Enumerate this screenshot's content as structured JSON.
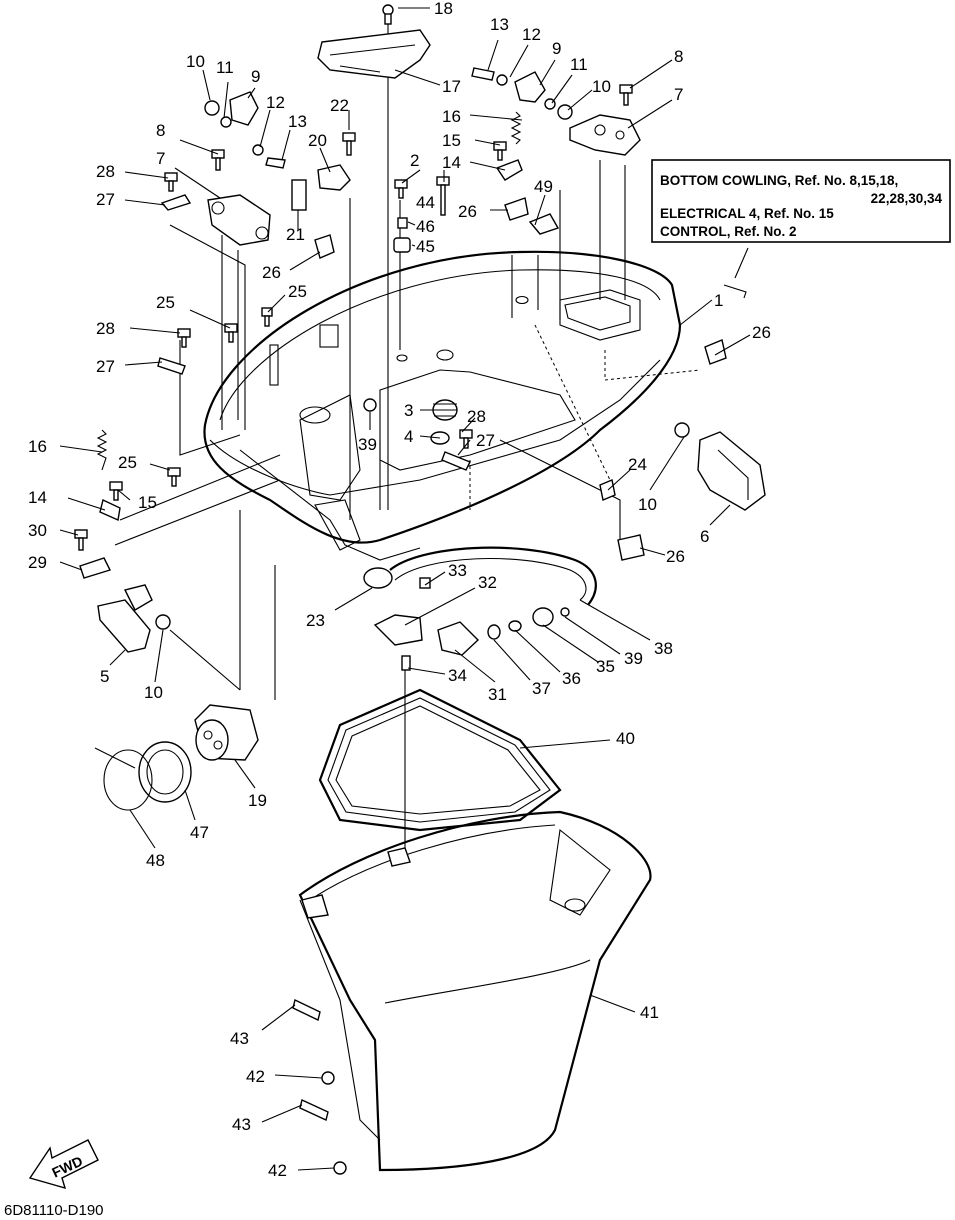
{
  "reference_box": {
    "line1": "BOTTOM COWLING, Ref. No. 8,15,18,",
    "line2": "22,28,30,34",
    "line3": "ELECTRICAL 4, Ref. No. 15",
    "line4": "CONTROL, Ref. No. 2"
  },
  "diagram_code": "6D81110-D190",
  "fwd_label": "FWD",
  "callouts": [
    {
      "id": "c18",
      "text": "18"
    },
    {
      "id": "c17",
      "text": "17"
    },
    {
      "id": "c13a",
      "text": "13"
    },
    {
      "id": "c12a",
      "text": "12"
    },
    {
      "id": "c9a",
      "text": "9"
    },
    {
      "id": "c11a",
      "text": "11"
    },
    {
      "id": "c10a",
      "text": "10"
    },
    {
      "id": "c8a",
      "text": "8"
    },
    {
      "id": "c7a",
      "text": "7"
    },
    {
      "id": "c16a",
      "text": "16"
    },
    {
      "id": "c15a",
      "text": "15"
    },
    {
      "id": "c14a",
      "text": "14"
    },
    {
      "id": "c10b",
      "text": "10"
    },
    {
      "id": "c11b",
      "text": "11"
    },
    {
      "id": "c9b",
      "text": "9"
    },
    {
      "id": "c12b",
      "text": "12"
    },
    {
      "id": "c13b",
      "text": "13"
    },
    {
      "id": "c8b",
      "text": "8"
    },
    {
      "id": "c22",
      "text": "22"
    },
    {
      "id": "c20",
      "text": "20"
    },
    {
      "id": "c7b",
      "text": "7"
    },
    {
      "id": "c28a",
      "text": "28"
    },
    {
      "id": "c27a",
      "text": "27"
    },
    {
      "id": "c21",
      "text": "21"
    },
    {
      "id": "c2",
      "text": "2"
    },
    {
      "id": "c44",
      "text": "44"
    },
    {
      "id": "c46",
      "text": "46"
    },
    {
      "id": "c45",
      "text": "45"
    },
    {
      "id": "c26a",
      "text": "26"
    },
    {
      "id": "c49",
      "text": "49"
    },
    {
      "id": "c26b",
      "text": "26"
    },
    {
      "id": "c25a",
      "text": "25"
    },
    {
      "id": "c25b",
      "text": "25"
    },
    {
      "id": "c28b",
      "text": "28"
    },
    {
      "id": "c27b",
      "text": "27"
    },
    {
      "id": "c1",
      "text": "1"
    },
    {
      "id": "c26c",
      "text": "26"
    },
    {
      "id": "c3",
      "text": "3"
    },
    {
      "id": "c28c",
      "text": "28"
    },
    {
      "id": "c4",
      "text": "4"
    },
    {
      "id": "c27c",
      "text": "27"
    },
    {
      "id": "c39a",
      "text": "39"
    },
    {
      "id": "c16b",
      "text": "16"
    },
    {
      "id": "c25c",
      "text": "25"
    },
    {
      "id": "c15b",
      "text": "15"
    },
    {
      "id": "c14b",
      "text": "14"
    },
    {
      "id": "c30",
      "text": "30"
    },
    {
      "id": "c29",
      "text": "29"
    },
    {
      "id": "c24",
      "text": "24"
    },
    {
      "id": "c10c",
      "text": "10"
    },
    {
      "id": "c6",
      "text": "6"
    },
    {
      "id": "c26d",
      "text": "26"
    },
    {
      "id": "c33",
      "text": "33"
    },
    {
      "id": "c32",
      "text": "32"
    },
    {
      "id": "c23",
      "text": "23"
    },
    {
      "id": "c5",
      "text": "5"
    },
    {
      "id": "c10d",
      "text": "10"
    },
    {
      "id": "c34",
      "text": "34"
    },
    {
      "id": "c31",
      "text": "31"
    },
    {
      "id": "c37",
      "text": "37"
    },
    {
      "id": "c36",
      "text": "36"
    },
    {
      "id": "c35",
      "text": "35"
    },
    {
      "id": "c39b",
      "text": "39"
    },
    {
      "id": "c38",
      "text": "38"
    },
    {
      "id": "c40",
      "text": "40"
    },
    {
      "id": "c19",
      "text": "19"
    },
    {
      "id": "c47",
      "text": "47"
    },
    {
      "id": "c48",
      "text": "48"
    },
    {
      "id": "c41",
      "text": "41"
    },
    {
      "id": "c43a",
      "text": "43"
    },
    {
      "id": "c42a",
      "text": "42"
    },
    {
      "id": "c43b",
      "text": "43"
    },
    {
      "id": "c42b",
      "text": "42"
    }
  ]
}
